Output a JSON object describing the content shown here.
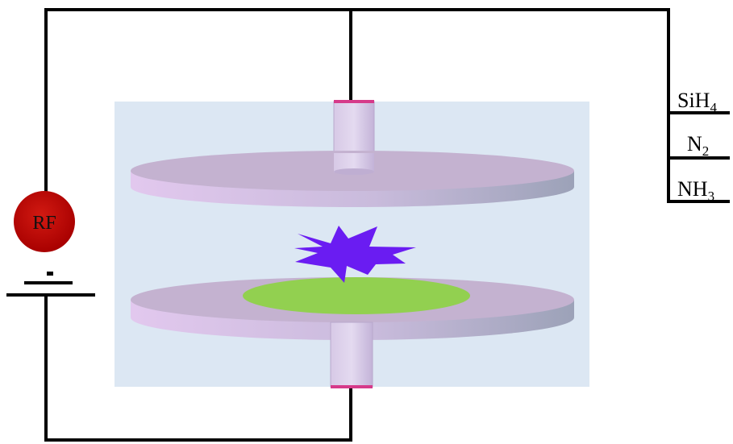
{
  "source_label": "RF",
  "polarity_symbol": "-",
  "gas_lines": [
    {
      "formula": "SiH",
      "subscript": "4"
    },
    {
      "formula": "N",
      "subscript": "2"
    },
    {
      "formula": "NH",
      "subscript": "3"
    }
  ],
  "colors": {
    "chamber": "#dce7f3",
    "electrode": "#c4b2d0",
    "electrode_edge_light": "#e6cdef",
    "electrode_edge_dark": "#9aa0b6",
    "substrate": "#92d050",
    "plasma": "#6a1cf2",
    "rf_source": "#c00000",
    "wire": "#000000"
  }
}
